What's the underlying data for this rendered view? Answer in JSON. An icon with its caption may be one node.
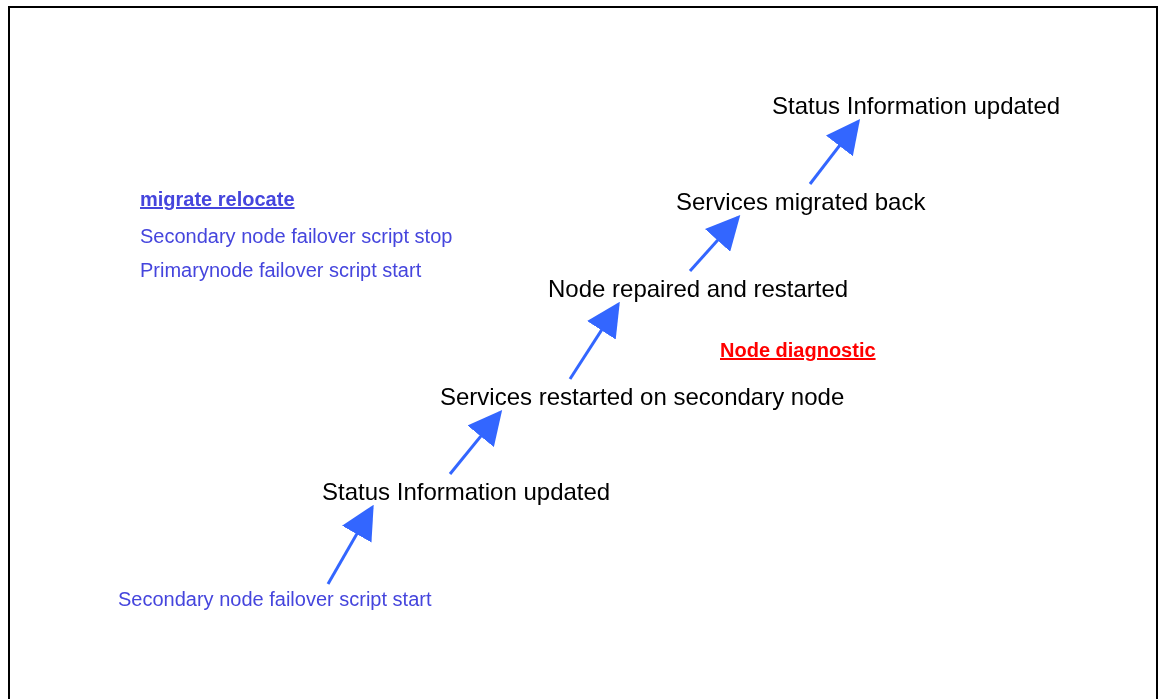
{
  "diagram": {
    "nodes": [
      {
        "text": [
          "Secondary node failover script start"
        ]
      },
      {
        "text": [
          "Status Information updated"
        ]
      },
      {
        "text": [
          "Services restarted on secondary node"
        ]
      },
      {
        "text": [
          "Node repaired and  restarted"
        ]
      },
      {
        "text": [
          "Services migrated back"
        ]
      },
      {
        "text": [
          "Status Information updated"
        ]
      }
    ],
    "edges": [
      {
        "from": 0,
        "to": 1,
        "arrow": "to"
      },
      {
        "from": 1,
        "to": 2,
        "arrow": "to"
      },
      {
        "from": 2,
        "to": 3,
        "arrow": "to"
      },
      {
        "from": 3,
        "to": 4,
        "arrow": "to"
      },
      {
        "from": 4,
        "to": 5,
        "arrow": "to"
      }
    ],
    "labels": [
      "migrate relocate",
      "Secondary node failover script stop",
      "Primarynode failover script start",
      "Node diagnostic"
    ]
  }
}
